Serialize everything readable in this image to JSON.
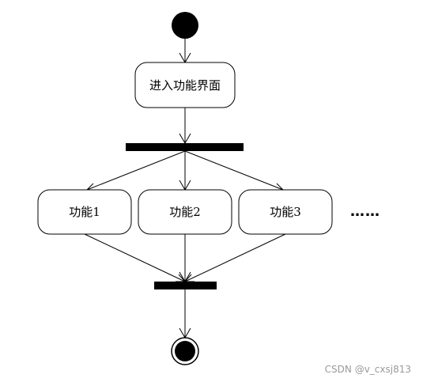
{
  "diagram": {
    "type": "activity-diagram",
    "start_node": "initial",
    "enter_node": {
      "label": "进入功能界面"
    },
    "fork": "fork-bar",
    "features": [
      {
        "label": "功能1"
      },
      {
        "label": "功能2"
      },
      {
        "label": "功能3"
      }
    ],
    "more_indicator": "……",
    "join": "join-bar",
    "end_node": "final",
    "edges": [
      [
        "initial",
        "enter"
      ],
      [
        "enter",
        "fork"
      ],
      [
        "fork",
        "feature-1"
      ],
      [
        "fork",
        "feature-2"
      ],
      [
        "fork",
        "feature-3"
      ],
      [
        "feature-1",
        "join"
      ],
      [
        "feature-2",
        "join"
      ],
      [
        "feature-3",
        "join"
      ],
      [
        "join",
        "final"
      ]
    ]
  },
  "watermark": "CSDN @v_cxsj813",
  "colors": {
    "ink": "#000000",
    "background": "#ffffff",
    "watermark": "#9a9a9a"
  }
}
